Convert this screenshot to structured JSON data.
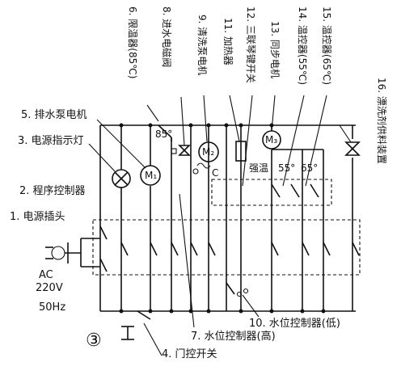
{
  "labels": {
    "pump_motor": "5. 排水泵电机",
    "power_lamp": "3. 电源指示灯",
    "program_controller": "2. 程序控制器",
    "power_plug": "1. 电源插头",
    "ac": "AC",
    "voltage": "220V",
    "frequency": "50Hz",
    "figure_number": "③",
    "door_switch": "4. 门控开关",
    "water_level_high": "7. 水位控制器(高)",
    "water_level_low": "10. 水位控制器(低)",
    "limiter": "6. 限温器(85℃)",
    "inlet_valve": "8. 进水电磁阀",
    "wash_motor": "9. 清洗泵电机",
    "heater": "11. 加热器",
    "triple_switch": "12. 三联琴键开关",
    "sync_motor": "13. 同步电机",
    "thermo_55": "14. 温控器(55℃)",
    "thermo_65": "15. 温控器(65℃)",
    "rinse_device": "16. 漂洗剂供料装置"
  },
  "symbols": {
    "temp_85": "85°",
    "temp_55": "55°",
    "temp_65": "65°",
    "m1": "M₁",
    "m2": "M₂",
    "m3": "M₃",
    "c": "C",
    "strong_warm": "强温"
  }
}
